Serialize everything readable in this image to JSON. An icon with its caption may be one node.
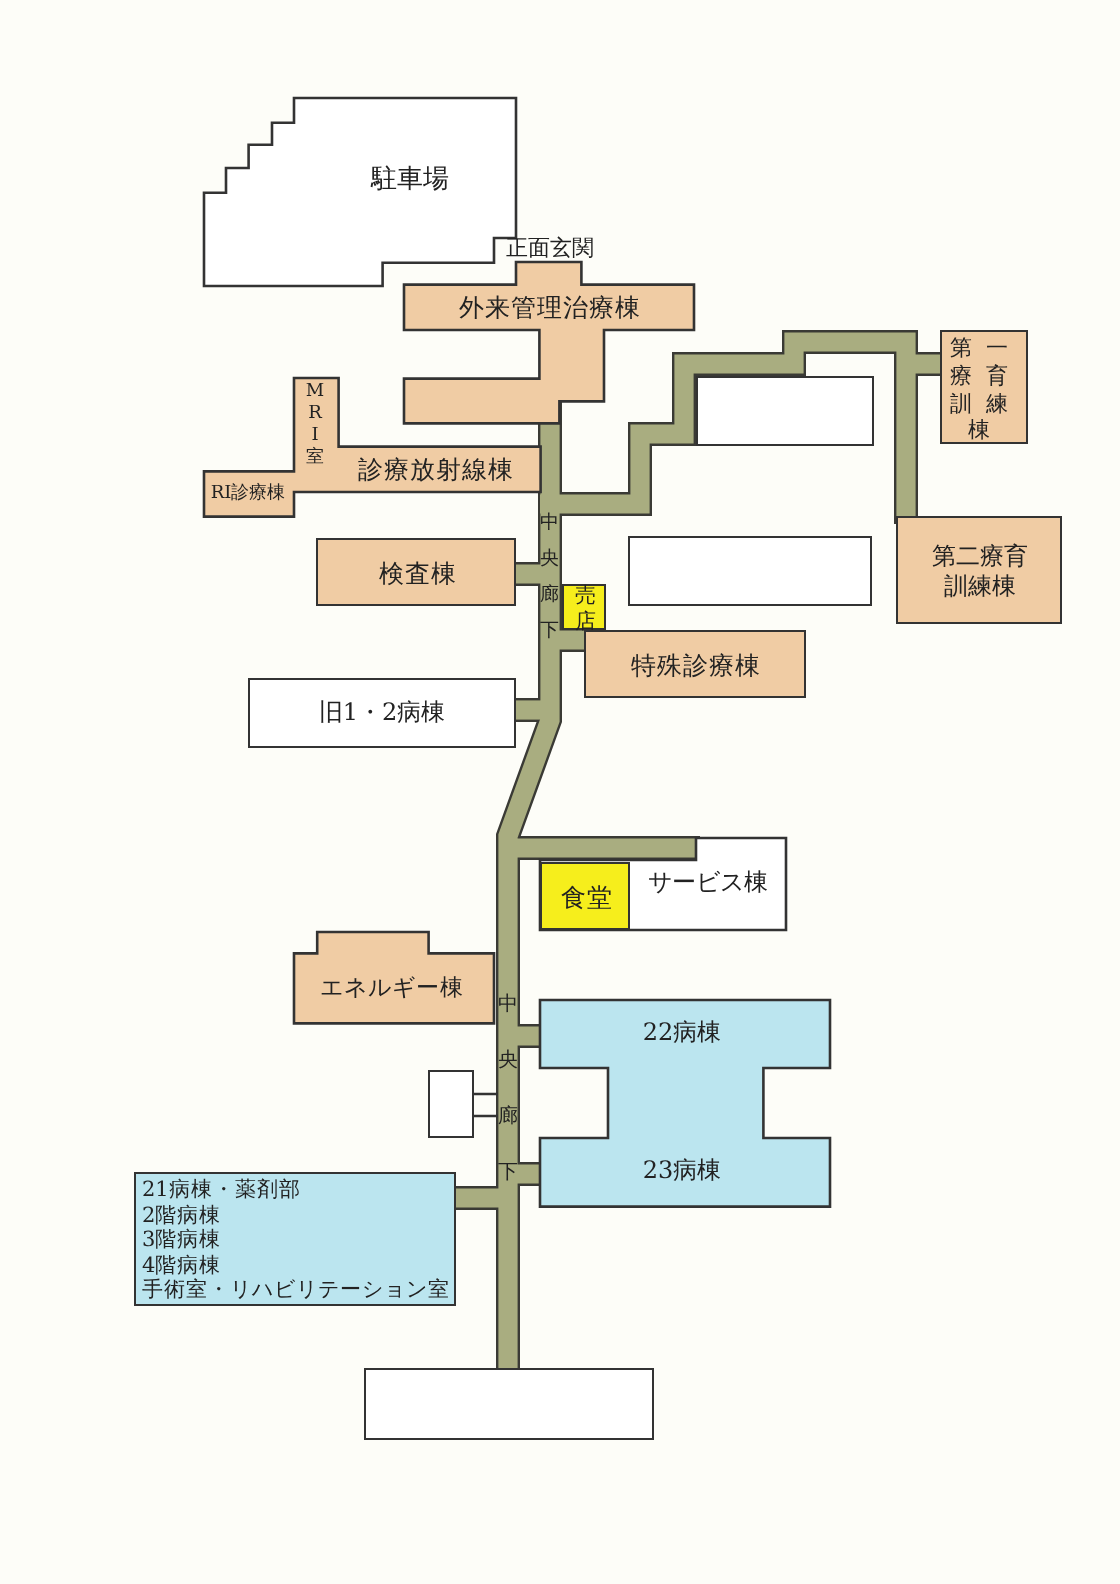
{
  "diagram": {
    "nodes": [
      {
        "text": [
          "駐車場"
        ]
      },
      {
        "text": [
          "外来管理治療棟"
        ]
      },
      {
        "text": [
          "第一療育訓練棟"
        ]
      },
      {
        "text": [],
        "shape": "box"
      },
      {
        "text": [
          "診療放射線棟",
          "MRI室",
          "RI診療棟"
        ]
      },
      {
        "text": [
          "第二療育訓練棟"
        ]
      },
      {
        "text": [],
        "shape": "box"
      },
      {
        "text": [
          "検査棟"
        ]
      },
      {
        "text": [
          "売店"
        ]
      },
      {
        "text": [
          "特殊診療棟"
        ]
      },
      {
        "text": [
          "旧1・2病棟"
        ]
      },
      {
        "text": [
          "サービス棟"
        ]
      },
      {
        "text": [
          "食堂"
        ],
        "in": 11
      },
      {
        "text": [
          "エネルギー棟"
        ]
      },
      {
        "text": [
          "22病棟",
          "23病棟"
        ]
      },
      {
        "text": [],
        "shape": "box"
      },
      {
        "text": [
          "21病棟・薬剤部",
          "2階病棟",
          "3階病棟",
          "4階病棟",
          "手術室・リハビリテーション室"
        ]
      },
      {
        "text": [],
        "shape": "box"
      }
    ],
    "labels": [
      "正面玄関",
      "中央廊下",
      "中央廊下"
    ]
  }
}
